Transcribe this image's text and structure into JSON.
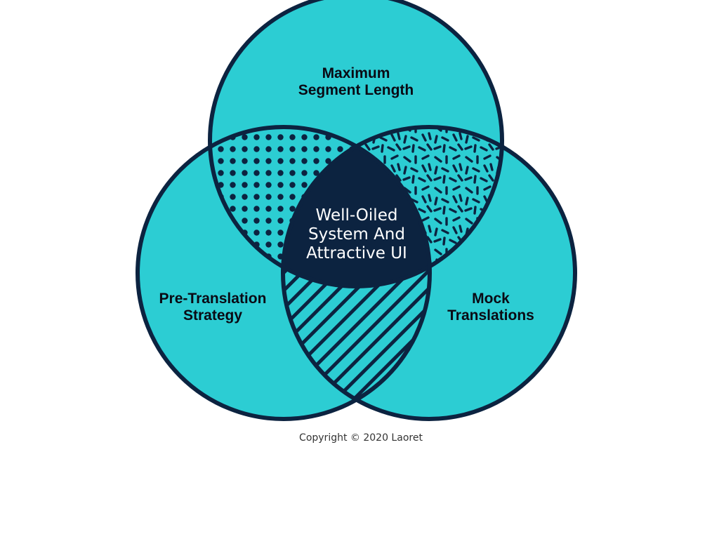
{
  "diagram": {
    "circles": {
      "top": {
        "label_line1": "Maximum",
        "label_line2": "Segment Length"
      },
      "left": {
        "label_line1": "Pre-Translation",
        "label_line2": "Strategy"
      },
      "right": {
        "label_line1": "Mock",
        "label_line2": "Translations"
      }
    },
    "center": {
      "label_line1": "Well-Oiled",
      "label_line2": "System And",
      "label_line3": "Attractive UI"
    },
    "colors": {
      "fill": "#2ccdd3",
      "stroke": "#0c2340",
      "center": "#0c2340"
    }
  },
  "footer": {
    "copyright": "Copyright © 2020 Laoret"
  }
}
